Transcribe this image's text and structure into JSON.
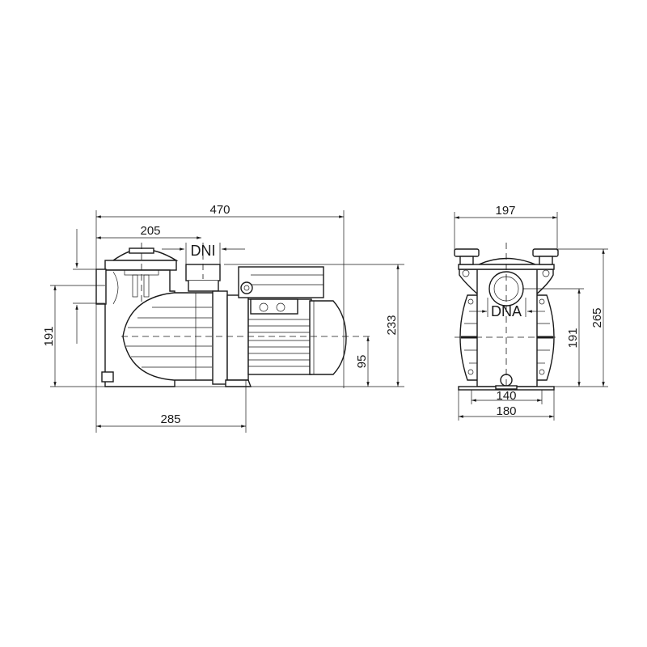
{
  "side_view": {
    "dims": {
      "overall_length": "470",
      "inlet_offset": "205",
      "suction_port": "DNI",
      "inlet_height": "191",
      "total_height": "233",
      "shaft_height": "95",
      "base_length": "285"
    }
  },
  "front_view": {
    "dims": {
      "width": "197",
      "discharge_port": "DNA",
      "outlet_height": "191",
      "total_height": "265",
      "base_hole_spacing": "140",
      "base_width": "180"
    }
  }
}
